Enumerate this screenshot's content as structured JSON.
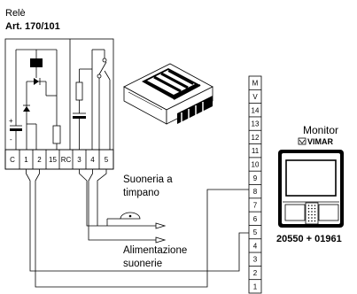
{
  "relay": {
    "title": "Relè",
    "article": "Art. 170/101",
    "terminals": [
      "C",
      "1",
      "2",
      "15",
      "RC",
      "3",
      "4",
      "5"
    ]
  },
  "polarity": {
    "plus": "+",
    "minus": "-"
  },
  "bell": {
    "label_line1": "Suoneria a",
    "label_line2": "timpano"
  },
  "power": {
    "label_line1": "Alimentazione",
    "label_line2": "suonerie"
  },
  "terminal_block": {
    "labels": [
      "M",
      "V",
      "14",
      "13",
      "12",
      "11",
      "10",
      "9",
      "8",
      "7",
      "6",
      "5",
      "4",
      "3",
      "2",
      "1"
    ]
  },
  "monitor": {
    "title": "Monitor",
    "brand": "VIMAR",
    "model": "20550 + 01961"
  }
}
